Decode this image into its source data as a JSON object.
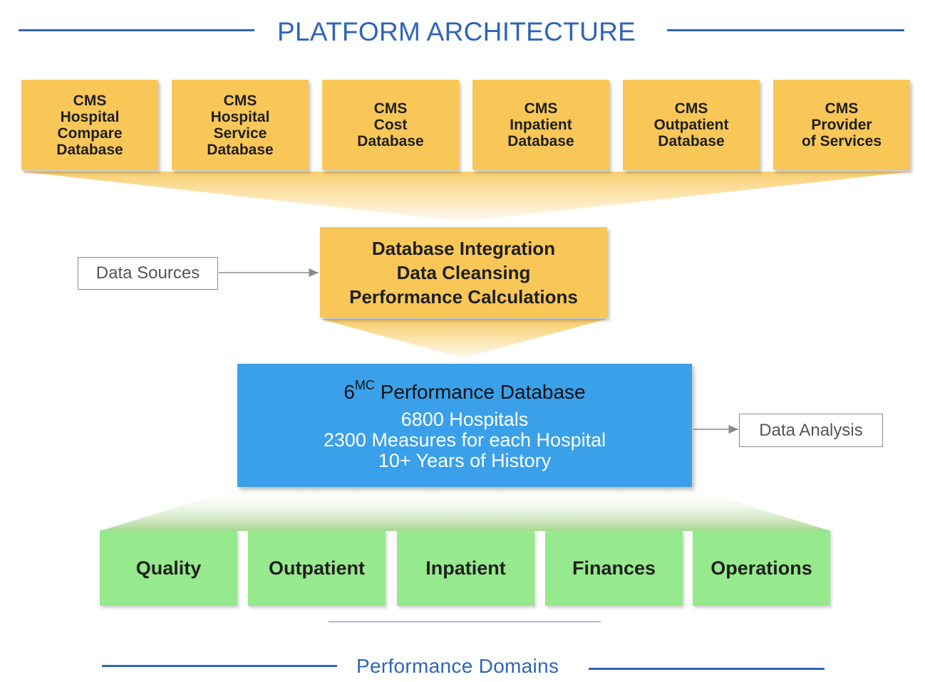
{
  "header": {
    "title": "PLATFORM ARCHITECTURE"
  },
  "data_sources": [
    {
      "lines": [
        "CMS",
        "Hospital",
        "Compare",
        "Database"
      ]
    },
    {
      "lines": [
        "CMS",
        "Hospital",
        "Service",
        "Database"
      ]
    },
    {
      "lines": [
        "CMS",
        "Cost",
        "Database"
      ]
    },
    {
      "lines": [
        "CMS",
        "Inpatient",
        "Database"
      ]
    },
    {
      "lines": [
        "CMS",
        "Outpatient",
        "Database"
      ]
    },
    {
      "lines": [
        "CMS",
        "Provider",
        "of Services"
      ]
    }
  ],
  "processing": {
    "lines": [
      "Database Integration",
      "Data Cleansing",
      "Performance Calculations"
    ]
  },
  "labels": {
    "data_sources": "Data Sources",
    "data_analysis": "Data Analysis"
  },
  "performance_db": {
    "title_prefix": "6",
    "title_sup": "MC",
    "title_rest": " Performance Database",
    "lines": [
      "6800 Hospitals",
      "2300 Measures for each Hospital",
      "10+ Years of History"
    ]
  },
  "domains": [
    "Quality",
    "Outpatient",
    "Inpatient",
    "Finances",
    "Operations"
  ],
  "footer": {
    "title": "Performance Domains"
  },
  "colors": {
    "accent_blue": "#2f64b8",
    "source_yellow": "#f8c758",
    "database_blue": "#3aa0ea",
    "domain_green": "#96e98c"
  }
}
